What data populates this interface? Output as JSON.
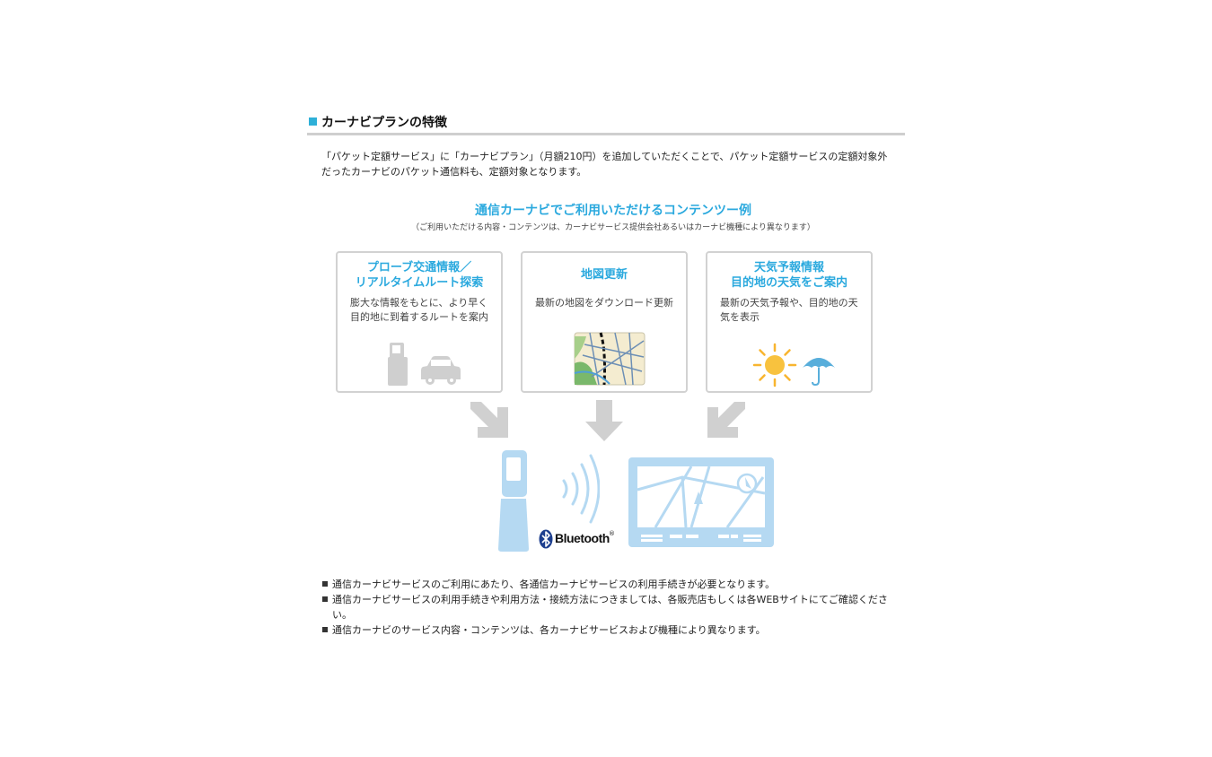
{
  "section": {
    "title": "カーナビプランの特徴",
    "intro": "「パケット定額サービス」に「カーナビプラン」（月額210円）を追加していただくことで、パケット定額サービスの定額対象外だったカーナビのパケット通信料も、定額対象となります。"
  },
  "diagram": {
    "title": "通信カーナビでご利用いただけるコンテンツー例",
    "note": "（ご利用いただける内容・コンテンツは、カーナビサービス提供会社あるいはカーナビ機種により異なります）",
    "cards": [
      {
        "title_line1": "プローブ交通情報／",
        "title_line2": "リアルタイムルート探索",
        "description": "膨大な情報をもとに、より早く目的地に到着するルートを案内",
        "icons": [
          "mobile-phone-icon",
          "car-icon"
        ]
      },
      {
        "title_line1": "地図更新",
        "title_line2": "",
        "description": "最新の地図をダウンロード更新",
        "icons": [
          "map-icon"
        ]
      },
      {
        "title_line1": "天気予報情報",
        "title_line2": "目的地の天気をご案内",
        "description": "最新の天気予報や、目的地の天気を表示",
        "icons": [
          "sun-icon",
          "umbrella-icon"
        ]
      }
    ],
    "bluetooth_label": "Bluetooth",
    "bluetooth_mark": "®",
    "colors": {
      "accent": "#2ba9de",
      "light_blue": "#b5d9f2",
      "arrow_gray": "#d0d0d0",
      "sun": "#f7b733"
    }
  },
  "notes": [
    "通信カーナビサービスのご利用にあたり、各通信カーナビサービスの利用手続きが必要となります。",
    "通信カーナビサービスの利用手続きや利用方法・接続方法につきましては、各販売店もしくは各WEBサイトにてご確認ください。",
    "通信カーナビのサービス内容・コンテンツは、各カーナビサービスおよび機種により異なります。"
  ]
}
